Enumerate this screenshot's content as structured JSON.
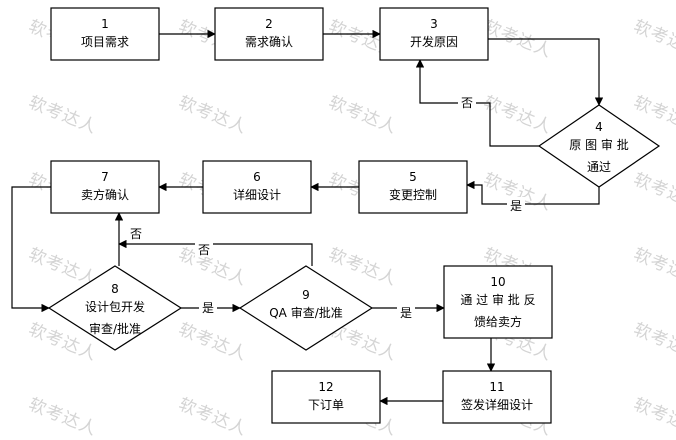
{
  "diagram": {
    "watermark": "软考达人",
    "nodes": [
      {
        "id": "1",
        "type": "process",
        "number": "1",
        "lines": [
          "项目需求"
        ]
      },
      {
        "id": "2",
        "type": "process",
        "number": "2",
        "lines": [
          "需求确认"
        ]
      },
      {
        "id": "3",
        "type": "process",
        "number": "3",
        "lines": [
          "开发原因"
        ]
      },
      {
        "id": "4",
        "type": "decision",
        "number": "4",
        "lines": [
          "原 图 审 批",
          "通过"
        ]
      },
      {
        "id": "5",
        "type": "process",
        "number": "5",
        "lines": [
          "变更控制"
        ]
      },
      {
        "id": "6",
        "type": "process",
        "number": "6",
        "lines": [
          "详细设计"
        ]
      },
      {
        "id": "7",
        "type": "process",
        "number": "7",
        "lines": [
          "卖方确认"
        ]
      },
      {
        "id": "8",
        "type": "decision",
        "number": "8",
        "lines": [
          "设计包开发",
          "审查/批准"
        ]
      },
      {
        "id": "9",
        "type": "decision",
        "number": "9",
        "lines": [
          "QA 审查/批准"
        ]
      },
      {
        "id": "10",
        "type": "process",
        "number": "10",
        "lines": [
          "通 过 审 批 反",
          "馈给卖方"
        ]
      },
      {
        "id": "11",
        "type": "process",
        "number": "11",
        "lines": [
          "签发详细设计"
        ]
      },
      {
        "id": "12",
        "type": "process",
        "number": "12",
        "lines": [
          "下订单"
        ]
      }
    ],
    "edges": [
      {
        "from": "1",
        "to": "2",
        "label": ""
      },
      {
        "from": "2",
        "to": "3",
        "label": ""
      },
      {
        "from": "3",
        "to": "4",
        "label": ""
      },
      {
        "from": "4",
        "to": "3",
        "label": "否"
      },
      {
        "from": "4",
        "to": "5",
        "label": "是"
      },
      {
        "from": "5",
        "to": "6",
        "label": ""
      },
      {
        "from": "6",
        "to": "7",
        "label": ""
      },
      {
        "from": "7",
        "to": "8",
        "label": ""
      },
      {
        "from": "8",
        "to": "7",
        "label": "否"
      },
      {
        "from": "9",
        "to": "7",
        "label": "否"
      },
      {
        "from": "8",
        "to": "9",
        "label": "是"
      },
      {
        "from": "9",
        "to": "10",
        "label": "是"
      },
      {
        "from": "10",
        "to": "11",
        "label": ""
      },
      {
        "from": "11",
        "to": "12",
        "label": ""
      }
    ]
  }
}
